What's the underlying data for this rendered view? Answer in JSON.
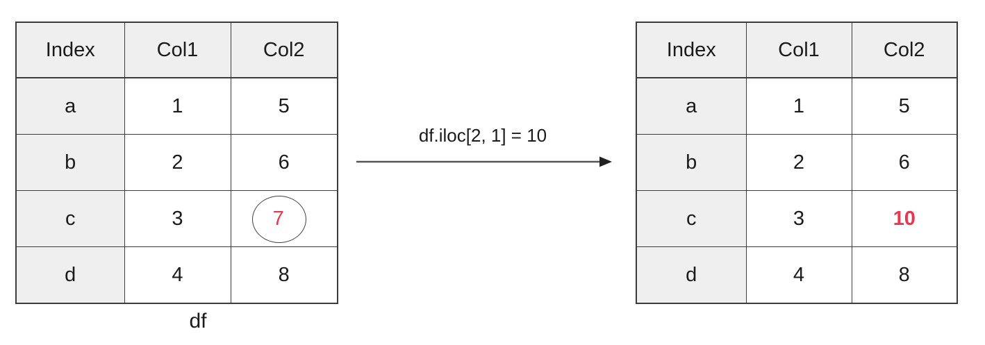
{
  "colors": {
    "highlight": "#e8384f",
    "text": "#1b1b1b",
    "border": "#3c3c3c",
    "index_fill": "#efefef",
    "arrow": "#555555"
  },
  "left_table": {
    "name": "df",
    "caption": "df",
    "headers": [
      "Index",
      "Col1",
      "Col2"
    ],
    "rows": [
      {
        "index": "a",
        "col1": "1",
        "col2": "5",
        "col2_highlight": false,
        "col2_circled": false
      },
      {
        "index": "b",
        "col1": "2",
        "col2": "6",
        "col2_highlight": false,
        "col2_circled": false
      },
      {
        "index": "c",
        "col1": "3",
        "col2": "7",
        "col2_highlight": true,
        "col2_circled": true
      },
      {
        "index": "d",
        "col1": "4",
        "col2": "8",
        "col2_highlight": false,
        "col2_circled": false
      }
    ]
  },
  "transform": {
    "label": "df.iloc[2, 1] = 10",
    "arrow_icon": "arrow-right-icon"
  },
  "right_table": {
    "headers": [
      "Index",
      "Col1",
      "Col2"
    ],
    "rows": [
      {
        "index": "a",
        "col1": "1",
        "col2": "5",
        "col2_highlight": false
      },
      {
        "index": "b",
        "col1": "2",
        "col2": "6",
        "col2_highlight": false
      },
      {
        "index": "c",
        "col1": "3",
        "col2": "10",
        "col2_highlight": true
      },
      {
        "index": "d",
        "col1": "4",
        "col2": "8",
        "col2_highlight": false
      }
    ]
  }
}
